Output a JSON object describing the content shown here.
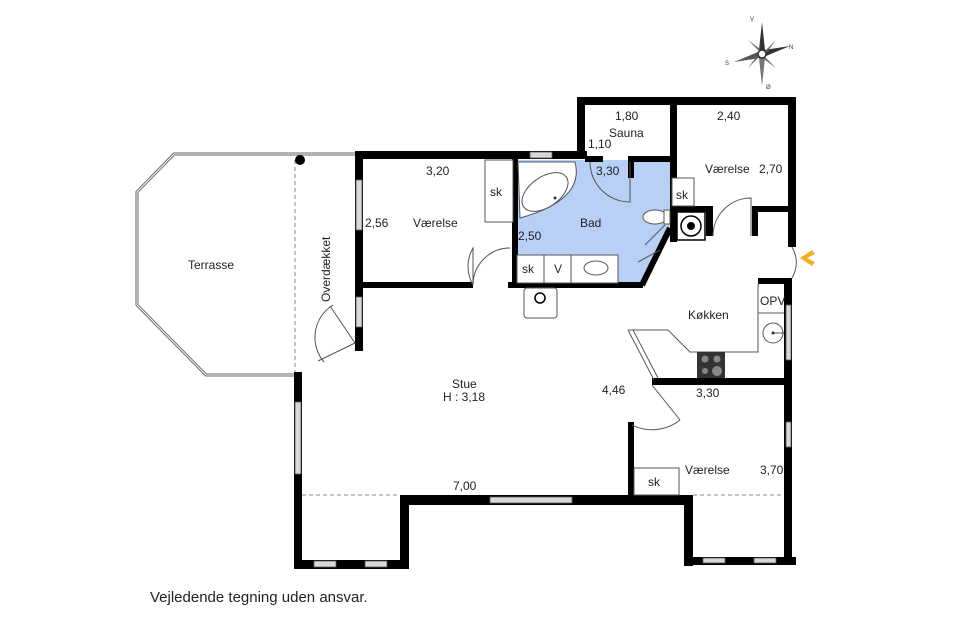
{
  "plan": {
    "compass": {
      "north": "N",
      "south": "S",
      "east": "Ø",
      "west": "V"
    },
    "rooms": [
      {
        "id": "terrasse",
        "name": "Terrasse"
      },
      {
        "id": "overdaekket",
        "name": "Overdækket"
      },
      {
        "id": "vaerelse_west",
        "name": "Værelse",
        "width": "3,20",
        "depth": "2,56"
      },
      {
        "id": "bad",
        "name": "Bad",
        "width": "3,30",
        "depth": "2,50"
      },
      {
        "id": "sauna",
        "name": "Sauna",
        "width": "1,80",
        "depth": "1,10"
      },
      {
        "id": "vaerelse_ne",
        "name": "Værelse",
        "width": "2,40",
        "depth": "2,70"
      },
      {
        "id": "koekken",
        "name": "Køkken"
      },
      {
        "id": "stue",
        "name": "Stue",
        "height": "H : 3,18",
        "width": "7,00",
        "depth": "4,46"
      },
      {
        "id": "vaerelse_se",
        "name": "Værelse",
        "width": "3,30",
        "depth": "3,70"
      }
    ],
    "fixtures": {
      "sk": "sk",
      "v": "V",
      "opv": "OPV"
    },
    "colors": {
      "bathroom": "#b8d0f5",
      "wall": "#000000",
      "entrance_arrow": "#f2b01e"
    }
  },
  "footer": {
    "disclaimer": "Vejledende tegning uden ansvar."
  }
}
